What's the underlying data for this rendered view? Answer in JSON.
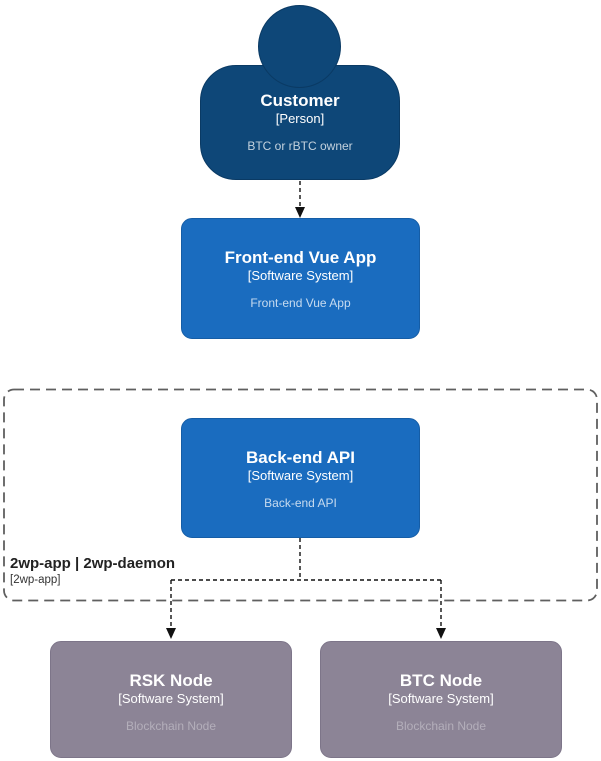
{
  "colors": {
    "background": "#ffffff",
    "person_fill": "#0e4778",
    "software_system_fill": "#1a6cbf",
    "external_node_fill": "#8c8496",
    "boundary_border": "#5f5f5f",
    "connector": "#111111",
    "muted_text_on_blue": "rgba(255,255,255,0.75)",
    "muted_text_on_gray": "rgba(255,255,255,0.34)"
  },
  "nodes": {
    "customer": {
      "title": "Customer",
      "subtitle": "[Person]",
      "description": "BTC or rBTC owner"
    },
    "frontend": {
      "title": "Front-end Vue App",
      "subtitle": "[Software System]",
      "description": "Front-end Vue App"
    },
    "backend": {
      "title": "Back-end API",
      "subtitle": "[Software System]",
      "description": "Back-end API"
    },
    "rsk": {
      "title": "RSK Node",
      "subtitle": "[Software System]",
      "description": "Blockchain Node"
    },
    "btc": {
      "title": "BTC Node",
      "subtitle": "[Software System]",
      "description": "Blockchain Node"
    }
  },
  "boundary": {
    "title": "2wp-app | 2wp-daemon",
    "subtitle": "[2wp-app]"
  }
}
